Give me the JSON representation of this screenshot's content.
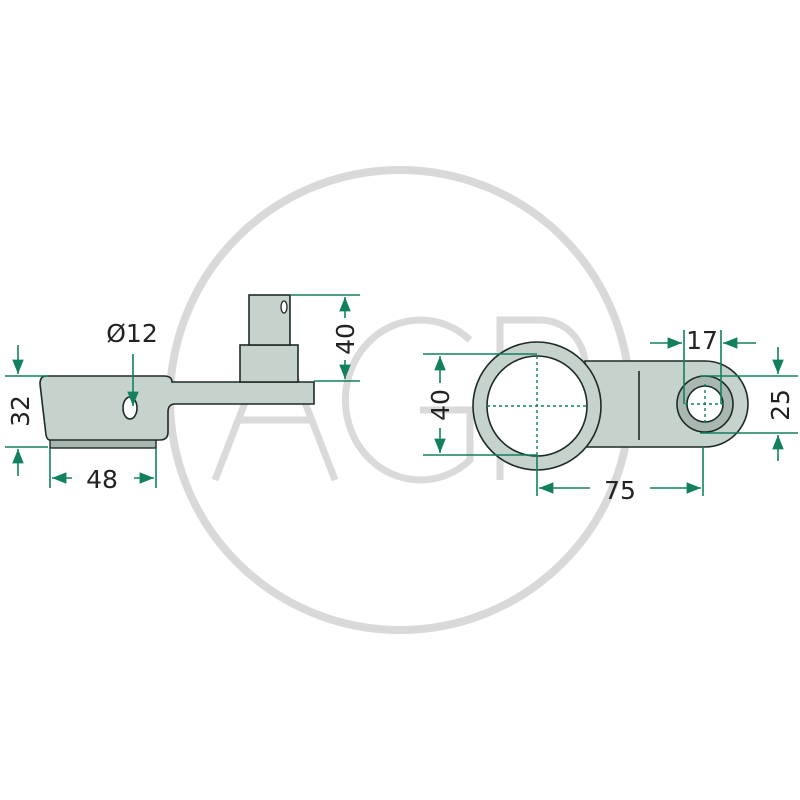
{
  "watermark": {
    "text": "AGP",
    "color": "#d6d6d6"
  },
  "colors": {
    "dimension": "#11805f",
    "part_fill": "#c6d2cc",
    "part_dark": "#a8b8b0",
    "outline": "#1e2a26"
  },
  "side_view": {
    "height_label": "32",
    "width_label": "48",
    "hole_label": "Ø12",
    "pin_height_label": "40"
  },
  "top_view": {
    "ring_diameter_label": "40",
    "small_hole_label": "17",
    "small_ring_label": "25",
    "center_distance_label": "75"
  }
}
